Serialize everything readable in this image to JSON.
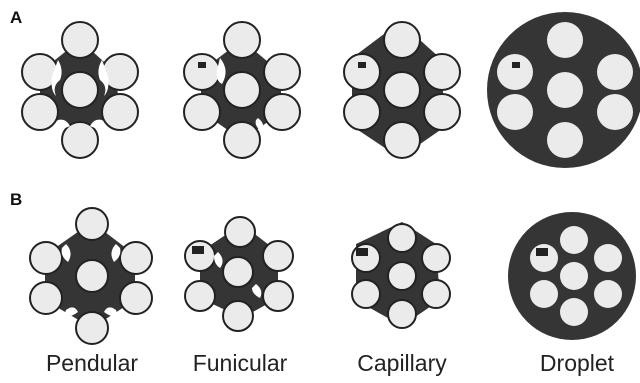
{
  "rows": [
    {
      "label": "A"
    },
    {
      "label": "B"
    }
  ],
  "states": [
    {
      "name": "Pendular"
    },
    {
      "name": "Funicular"
    },
    {
      "name": "Capillary"
    },
    {
      "name": "Droplet"
    }
  ],
  "colors": {
    "liquid": "#353535",
    "particle": "#ebebeb",
    "particle_stroke": "#222222",
    "text": "#222222"
  }
}
